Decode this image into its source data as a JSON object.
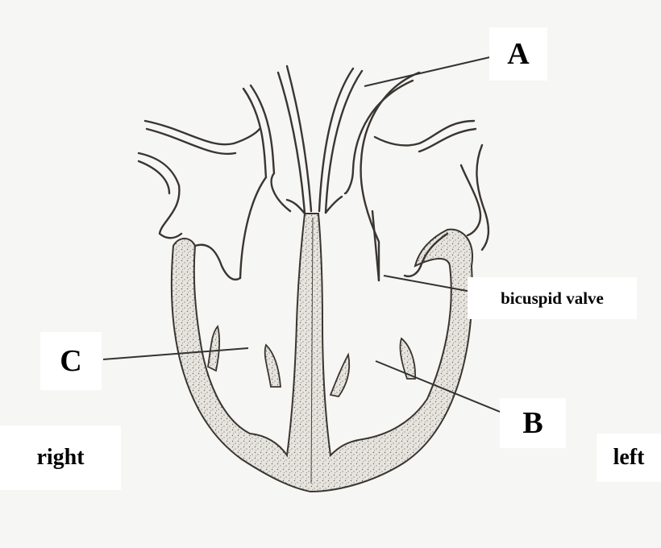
{
  "labels": {
    "a": "A",
    "b": "B",
    "c": "C",
    "bicuspid": "bicuspid valve",
    "right": "right",
    "left": "left"
  },
  "colors": {
    "background": "#f6f6f4",
    "wall_fill": "#e4e2dc",
    "outline": "#3a3530",
    "stipple": "#6b655c",
    "leader_line": "#333333"
  }
}
